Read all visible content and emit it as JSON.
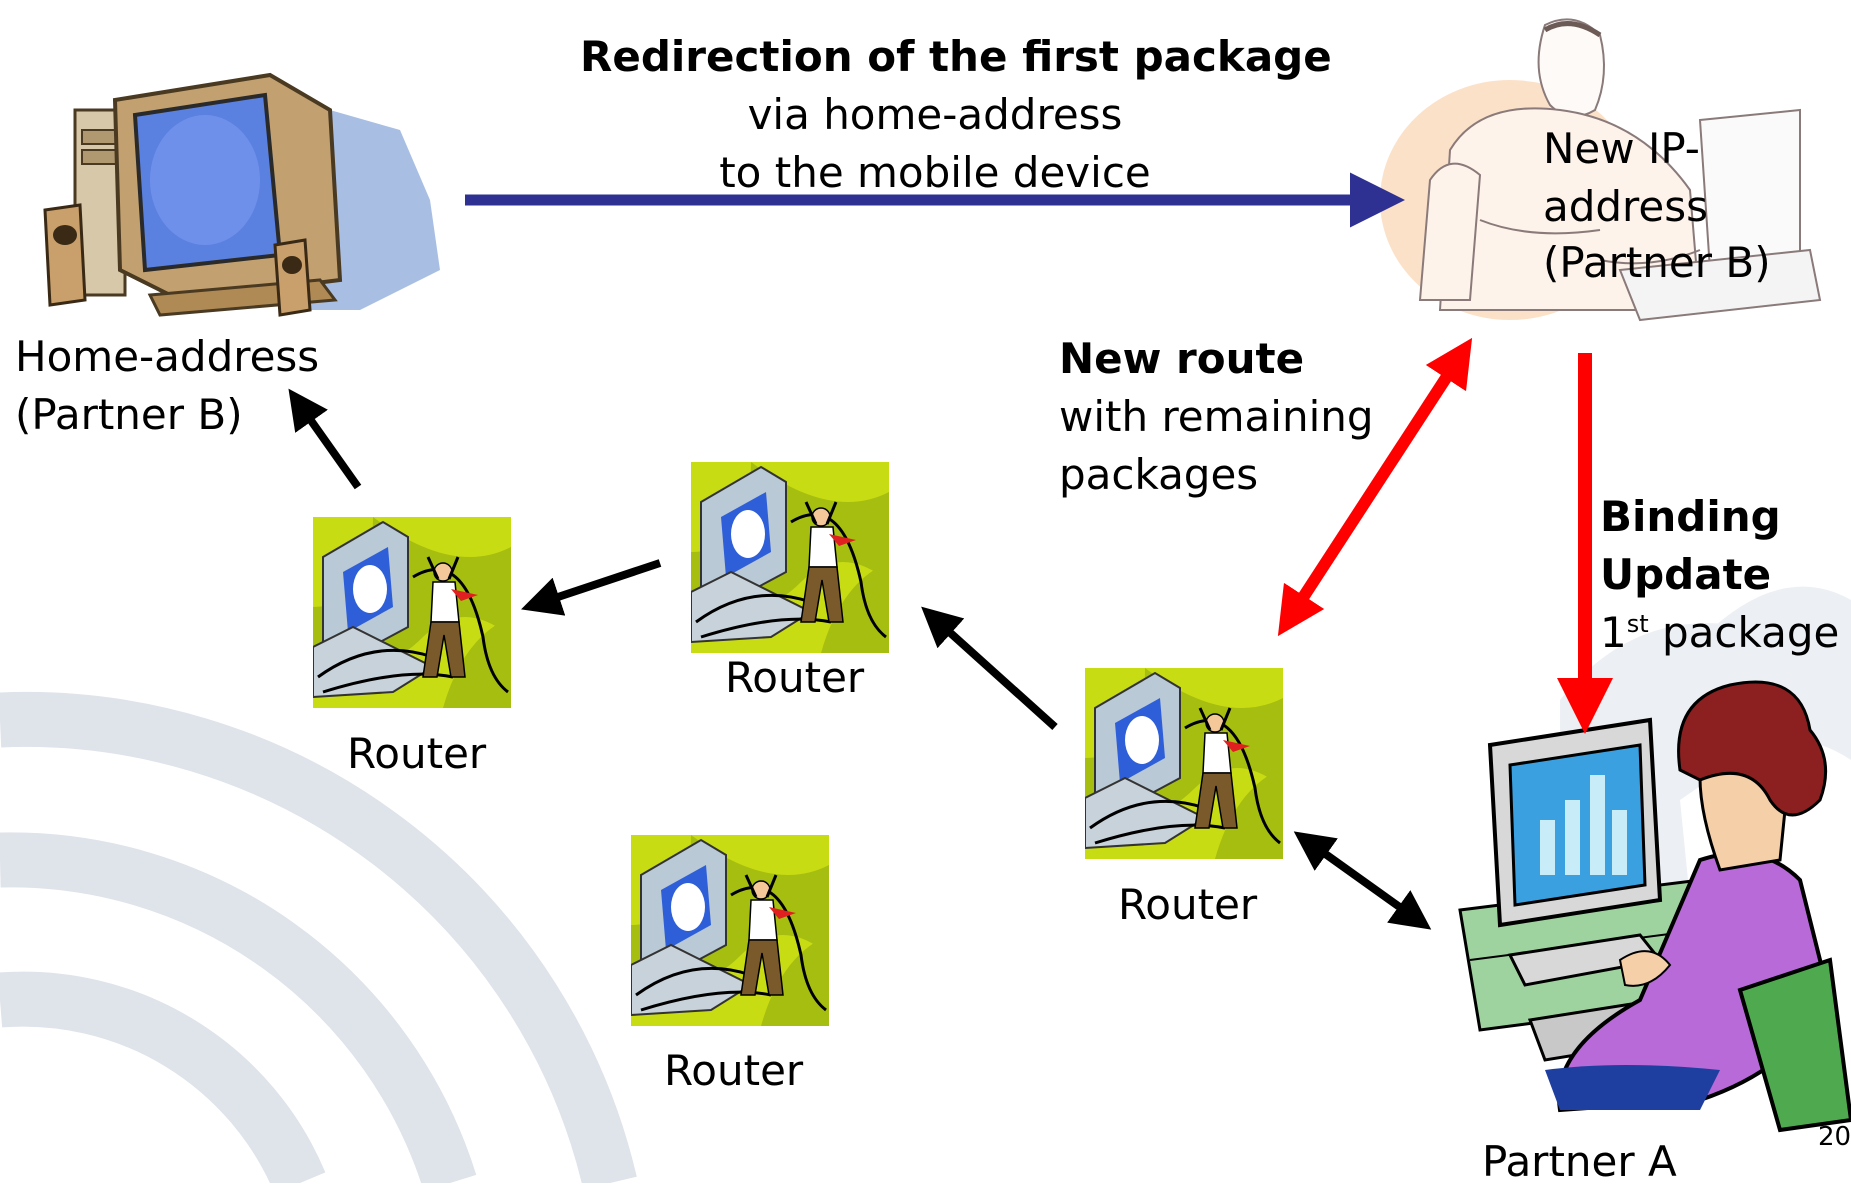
{
  "redirect": {
    "title": "Redirection of the first package",
    "line2": "via home-address",
    "line3": "to the mobile device"
  },
  "home": {
    "line1": "Home-address",
    "line2": "(Partner B)"
  },
  "new_ip": {
    "line1": "New IP-",
    "line2": "address",
    "line3": "(Partner B)"
  },
  "new_route": {
    "title": "New route",
    "line2": "with remaining",
    "line3": "packages"
  },
  "binding": {
    "line1": "Binding",
    "line2": "Update",
    "ordinal_num": "1",
    "ordinal_sup": "st",
    "line3_rest": " package"
  },
  "routers": {
    "label": "Router"
  },
  "partner_a": {
    "label": "Partner A"
  },
  "page_number": "20",
  "colors": {
    "blue_arrow": "#2e3192",
    "red_arrow": "#ff0000",
    "black_arrow": "#000000",
    "router_bg": "#c8dc14"
  }
}
